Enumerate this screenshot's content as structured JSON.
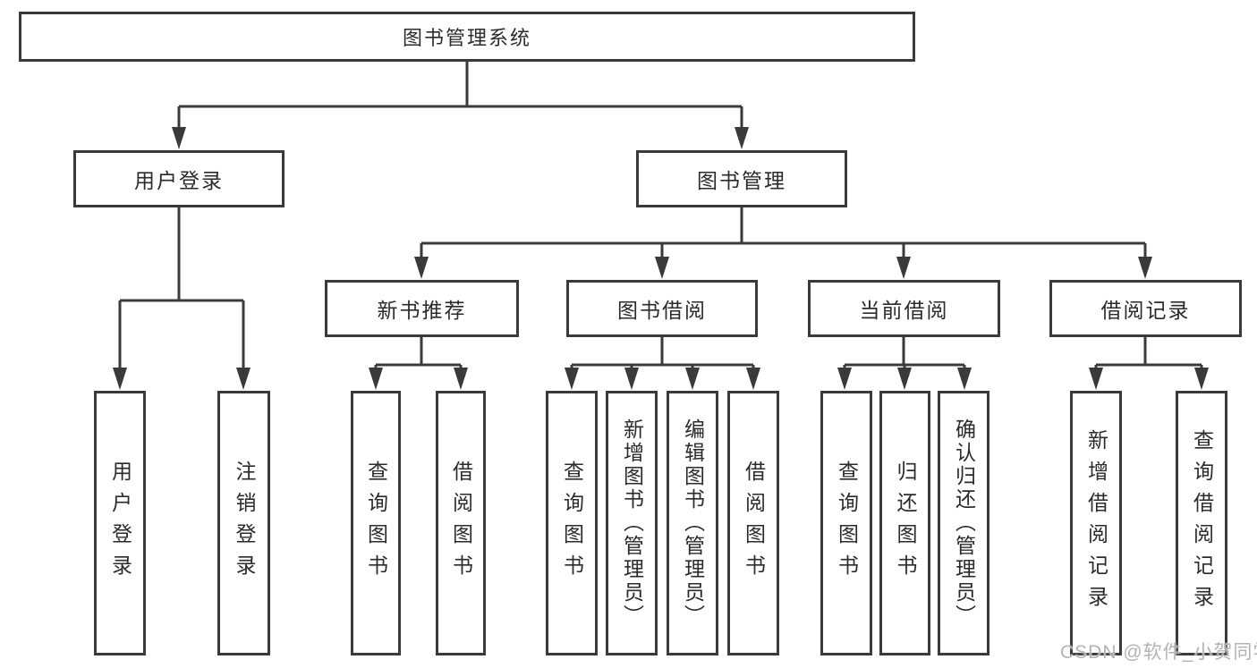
{
  "diagram": {
    "type": "hierarchy-tree",
    "orientation": "top-down",
    "colors": {
      "line": "#3a3a3a",
      "box_border": "#3a3a3a",
      "box_fill": "#ffffff",
      "text": "#2b2b2b",
      "watermark": "#b3b3b3",
      "background": "#ffffff"
    }
  },
  "tree": {
    "label": "图书管理系统",
    "children": [
      {
        "label": "用户登录",
        "children": [
          {
            "label": "用户登录"
          },
          {
            "label": "注销登录"
          }
        ]
      },
      {
        "label": "图书管理",
        "children": [
          {
            "label": "新书推荐",
            "children": [
              {
                "label": "查询图书"
              },
              {
                "label": "借阅图书"
              }
            ]
          },
          {
            "label": "图书借阅",
            "children": [
              {
                "label": "查询图书"
              },
              {
                "label": "新增图书（管理员）"
              },
              {
                "label": "编辑图书（管理员）"
              },
              {
                "label": "借阅图书"
              }
            ]
          },
          {
            "label": "当前借阅",
            "children": [
              {
                "label": "查询图书"
              },
              {
                "label": "归还图书"
              },
              {
                "label": "确认归还（管理员）"
              }
            ]
          },
          {
            "label": "借阅记录",
            "children": [
              {
                "label": "新增借阅记录"
              },
              {
                "label": "查询借阅记录"
              }
            ]
          }
        ]
      }
    ]
  },
  "watermark": {
    "text": "CSDN @软件_小贺同学"
  }
}
